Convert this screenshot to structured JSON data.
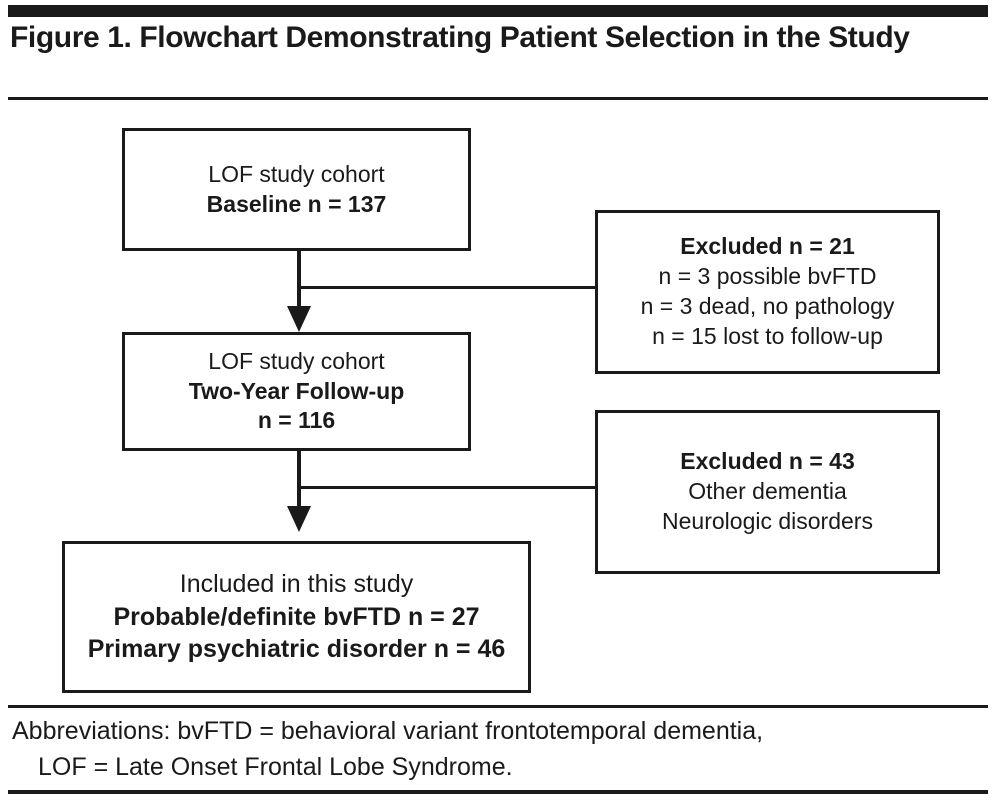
{
  "figure": {
    "title": "Figure 1. Flowchart Demonstrating Patient Selection in the Study"
  },
  "flowchart": {
    "boxes": [
      {
        "id": "baseline",
        "role": "cohort-baseline",
        "lines": [
          {
            "text": "LOF study cohort",
            "bold": false
          },
          {
            "text": "Baseline n = 137",
            "bold": true
          }
        ]
      },
      {
        "id": "followup",
        "role": "cohort-two-year-follow-up",
        "lines": [
          {
            "text": "LOF study cohort",
            "bold": false
          },
          {
            "text": "Two-Year Follow-up",
            "bold": true
          },
          {
            "text": "n = 116",
            "bold": true
          }
        ]
      },
      {
        "id": "included",
        "role": "included-in-study",
        "lines": [
          {
            "text": "Included in this study",
            "bold": false
          },
          {
            "text": "Probable/definite bvFTD n = 27",
            "bold": true
          },
          {
            "text": "Primary psychiatric disorder n = 46",
            "bold": true
          }
        ]
      },
      {
        "id": "excluded-1",
        "role": "excluded-after-baseline",
        "lines": [
          {
            "text": "Excluded n = 21",
            "bold": true
          },
          {
            "text": "n = 3 possible bvFTD",
            "bold": false
          },
          {
            "text": "n = 3 dead, no pathology",
            "bold": false
          },
          {
            "text": "n = 15  lost to follow-up",
            "bold": false
          }
        ]
      },
      {
        "id": "excluded-2",
        "role": "excluded-after-follow-up",
        "lines": [
          {
            "text": "Excluded n = 43",
            "bold": true
          },
          {
            "text": "Other dementia",
            "bold": false
          },
          {
            "text": "Neurologic disorders",
            "bold": false
          }
        ]
      }
    ],
    "connectors": [
      {
        "id": "connector-1",
        "from": "baseline",
        "to": "followup",
        "branch_to": "excluded-1"
      },
      {
        "id": "connector-2",
        "from": "followup",
        "to": "included",
        "branch_to": "excluded-2"
      }
    ]
  },
  "footnote": {
    "line1": "Abbreviations: bvFTD = behavioral variant frontotemporal dementia,",
    "line2": "LOF = Late Onset Frontal Lobe Syndrome."
  },
  "colors": {
    "ink": "#1a1a1a",
    "paper": "#ffffff"
  }
}
